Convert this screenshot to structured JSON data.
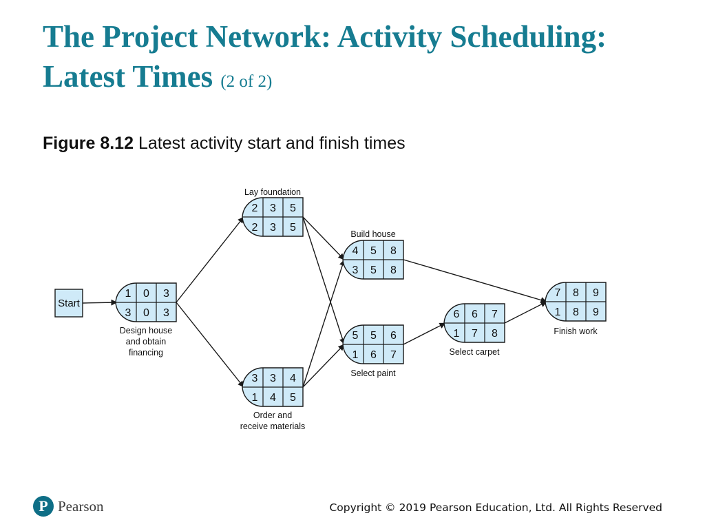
{
  "slide": {
    "title_main": "The Project Network: Activity Scheduling: Latest Times",
    "title_suffix": "(2 of 2)"
  },
  "figure": {
    "number": "Figure 8.12",
    "caption": "Latest activity start and finish times"
  },
  "network": {
    "start_label": "Start",
    "nodes": [
      {
        "id": "design",
        "label": [
          "Design house",
          "and obtain",
          "financing"
        ],
        "top": [
          "1",
          "0",
          "3"
        ],
        "bottom": [
          "3",
          "0",
          "3"
        ]
      },
      {
        "id": "foundation",
        "label": [
          "Lay foundation"
        ],
        "top": [
          "2",
          "3",
          "5"
        ],
        "bottom": [
          "2",
          "3",
          "5"
        ]
      },
      {
        "id": "materials",
        "label": [
          "Order and",
          "receive materials"
        ],
        "top": [
          "3",
          "3",
          "4"
        ],
        "bottom": [
          "1",
          "4",
          "5"
        ]
      },
      {
        "id": "build",
        "label": [
          "Build house"
        ],
        "top": [
          "4",
          "5",
          "8"
        ],
        "bottom": [
          "3",
          "5",
          "8"
        ]
      },
      {
        "id": "paint",
        "label": [
          "Select paint"
        ],
        "top": [
          "5",
          "5",
          "6"
        ],
        "bottom": [
          "1",
          "6",
          "7"
        ]
      },
      {
        "id": "carpet",
        "label": [
          "Select carpet"
        ],
        "top": [
          "6",
          "6",
          "7"
        ],
        "bottom": [
          "1",
          "7",
          "8"
        ]
      },
      {
        "id": "finish",
        "label": [
          "Finish work"
        ],
        "top": [
          "7",
          "8",
          "9"
        ],
        "bottom": [
          "1",
          "8",
          "9"
        ]
      }
    ],
    "edges": [
      [
        "start",
        "design"
      ],
      [
        "design",
        "foundation"
      ],
      [
        "design",
        "materials"
      ],
      [
        "foundation",
        "build"
      ],
      [
        "foundation",
        "paint"
      ],
      [
        "materials",
        "build"
      ],
      [
        "materials",
        "paint"
      ],
      [
        "build",
        "finish"
      ],
      [
        "paint",
        "carpet"
      ],
      [
        "carpet",
        "finish"
      ]
    ]
  },
  "footer": {
    "logo_mark": "P",
    "logo_text": "Pearson",
    "copyright": "Copyright © 2019 Pearson Education, Ltd. All Rights Reserved"
  }
}
